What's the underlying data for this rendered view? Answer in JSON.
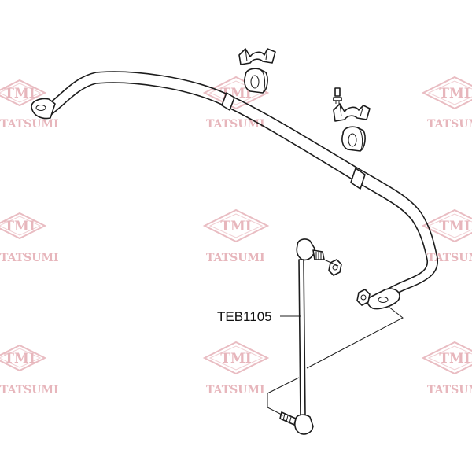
{
  "watermark": {
    "brand_mark": "TMI",
    "brand_name": "TATSUMI",
    "color": "#e7b6bc"
  },
  "diagram": {
    "part_number_label": "TEB1105",
    "line_color": "#1c1c1c",
    "background": "#ffffff"
  }
}
